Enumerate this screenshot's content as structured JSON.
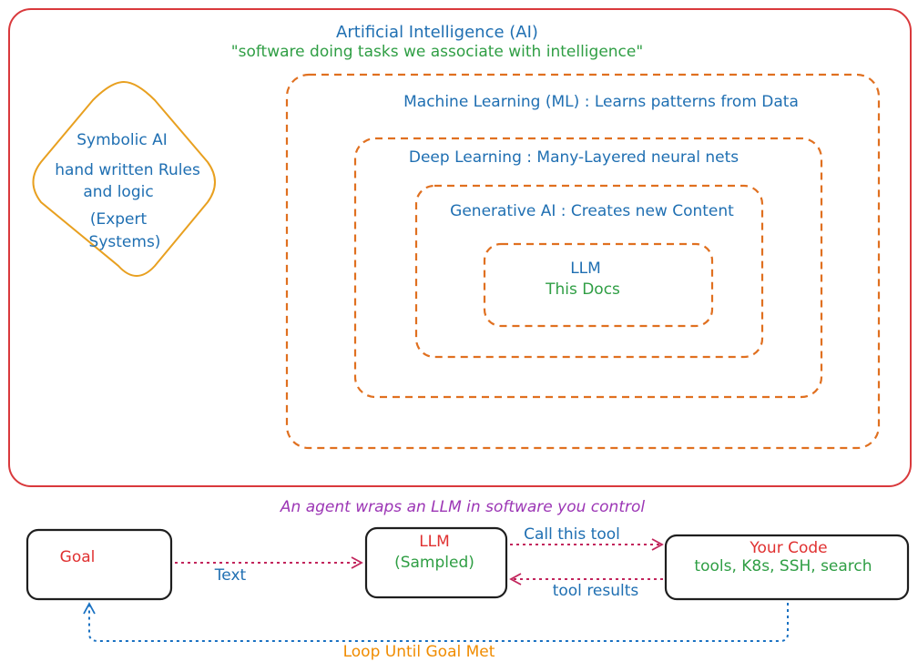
{
  "colors": {
    "ai_border": "#d9393c",
    "nested_border": "#e07020",
    "symbolic_border": "#e8a020",
    "blue_text": "#1f6fb2",
    "green_text": "#2f9e44",
    "red_text": "#e03131",
    "purple_text": "#9c36b5",
    "orange_text": "#f08c00",
    "arrow_pink": "#c2255c",
    "arrow_blue": "#1971c2",
    "box_border": "#1e1e1e"
  },
  "ai": {
    "title": "Artificial Intelligence (AI)",
    "subtitle": "\"software doing tasks we associate with intelligence\""
  },
  "symbolic": {
    "line1": "Symbolic AI",
    "line2": "hand written Rules",
    "line3": "and logic",
    "line4": "(Expert",
    "line5": "Systems)"
  },
  "ml": {
    "label": "Machine Learning (ML) : Learns patterns from Data"
  },
  "dl": {
    "label": "Deep Learning : Many-Layered neural nets"
  },
  "genai": {
    "label": "Generative AI : Creates new Content"
  },
  "llm_inner": {
    "title": "LLM",
    "subtitle": "This Docs"
  },
  "agent": {
    "caption": "An agent wraps an LLM in software you control",
    "goal_label": "Goal",
    "llm_title": "LLM",
    "llm_subtitle": "(Sampled)",
    "code_title": "Your Code",
    "code_subtitle": "tools, K8s, SSH, search",
    "arrow_text": "Text",
    "arrow_call": "Call this tool",
    "arrow_results": "tool results",
    "loop_label": "Loop Until Goal Met"
  }
}
